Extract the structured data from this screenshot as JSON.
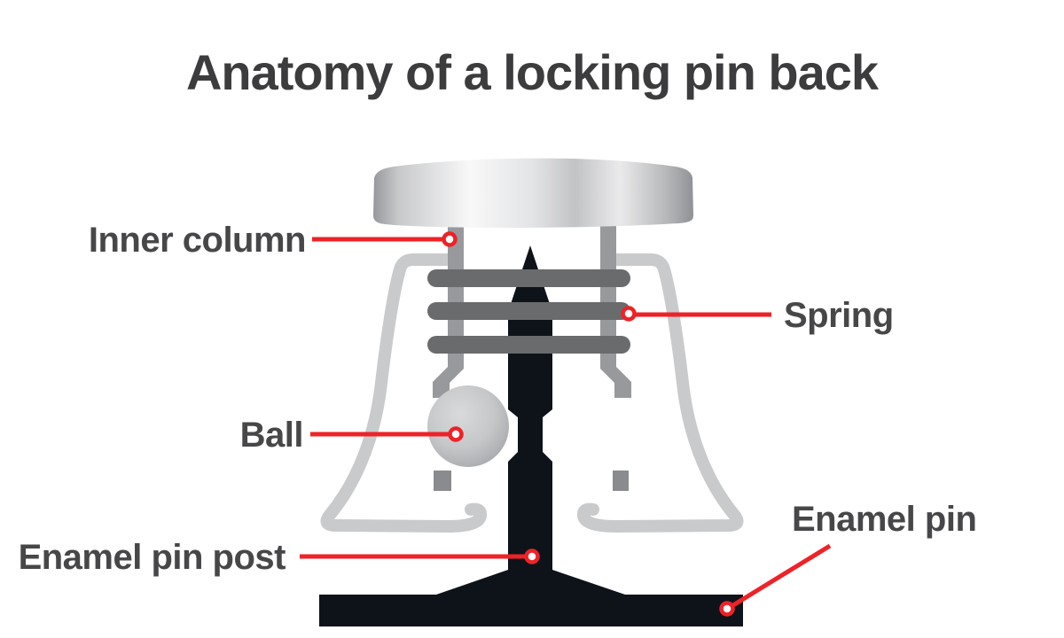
{
  "title": "Anatomy of a locking pin back",
  "labels": {
    "inner_column": "Inner column",
    "spring": "Spring",
    "ball": "Ball",
    "enamel_pin_post": "Enamel pin post",
    "enamel_pin": "Enamel pin"
  },
  "figure": {
    "subject": "Cross-section diagram of a locking pin back",
    "labeled_parts": [
      "Inner column",
      "Spring",
      "Ball",
      "Enamel pin post",
      "Enamel pin"
    ]
  },
  "colors": {
    "bg": "#ffffff",
    "title_text": "#3c3c3e",
    "label_text": "#47474a",
    "callout_red": "#ee2227",
    "spring_gray": "#6a6b6d",
    "column_gray": "#97999c",
    "foot_gray": "#898b8e",
    "shell_gray": "#c9cacc",
    "pin_black": "#0d1319"
  }
}
